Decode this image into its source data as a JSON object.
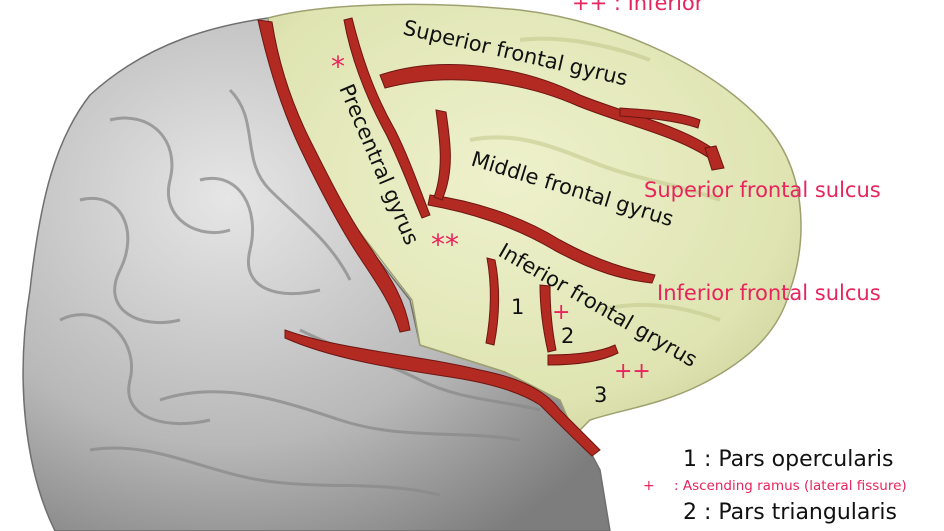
{
  "top_caption": "++ : Inferior",
  "gyri": {
    "superior": "Superior frontal gyrus",
    "middle": "Middle frontal gyrus",
    "inferior": "Inferior frontal gryrus",
    "precentral": "Precentral gyrus"
  },
  "sulci": {
    "superior": "Superior frontal sulcus",
    "inferior": "Inferior frontal sulcus"
  },
  "markers": {
    "single_star": "*",
    "double_star": "**",
    "plus": "+",
    "double_plus": "++",
    "part1": "1",
    "part2": "2",
    "part3": "3"
  },
  "legend": {
    "line1": "1 : Pars opercularis",
    "line2_symbol": "+",
    "line2_text": ": Ascending ramus (lateral fissure)",
    "line3": "2 : Pars triangularis"
  },
  "colors": {
    "frontal_lobe": "#e3e8b8",
    "sulcus_red": "#b22a22",
    "label_pink": "#e8245c",
    "label_black": "#111111",
    "cortex_gray": "#b5b5b5"
  }
}
